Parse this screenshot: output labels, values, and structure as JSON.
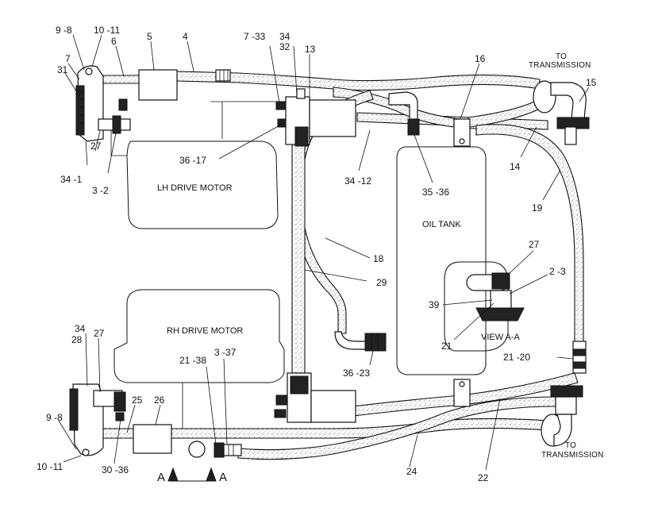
{
  "labels": {
    "l_9_8_top": "9 -8",
    "l_10_11_top": "10 -11",
    "l_7": "7",
    "l_31": "31",
    "l_6": "6",
    "l_5": "5",
    "l_4": "4",
    "l_7_33": "7 -33",
    "l_34_top": "34",
    "l_32": "32",
    "l_13": "13",
    "l_16": "16",
    "l_15": "15",
    "l_27_left": "27",
    "l_34_1": "34  -1",
    "l_3_2": "3 -2",
    "l_36_17": "36  -17",
    "l_34_12": "34  -12",
    "l_35_36": "35 -36",
    "l_14": "14",
    "l_19": "19",
    "l_18": "18",
    "l_29": "29",
    "l_27_view": "27",
    "l_2_3": "2 -3",
    "l_39": "39",
    "l_21": "21",
    "l_36_23": "36  -23",
    "l_21_20": "21 -20",
    "l_34_bot": "34",
    "l_28": "28",
    "l_27_bot": "27",
    "l_21_38": "21 -38",
    "l_3_37": "3 -37",
    "l_25": "25",
    "l_26": "26",
    "l_9_8_bot": "9 -8",
    "l_10_11_bot": "10 -11",
    "l_30_36": "30  -36",
    "l_24": "24",
    "l_22": "22",
    "l_a_left": "A",
    "l_a_right": "A"
  },
  "captions": {
    "to_transmission_top_1": "TO",
    "to_transmission_top_2": "TRANSMISSION",
    "to_transmission_bot_1": "TO",
    "to_transmission_bot_2": "TRANSMISSION",
    "lh_motor": "LH DRIVE MOTOR",
    "rh_motor": "RH DRIVE MOTOR",
    "oil_tank": "OIL TANK",
    "view_aa": "VIEW A-A"
  }
}
